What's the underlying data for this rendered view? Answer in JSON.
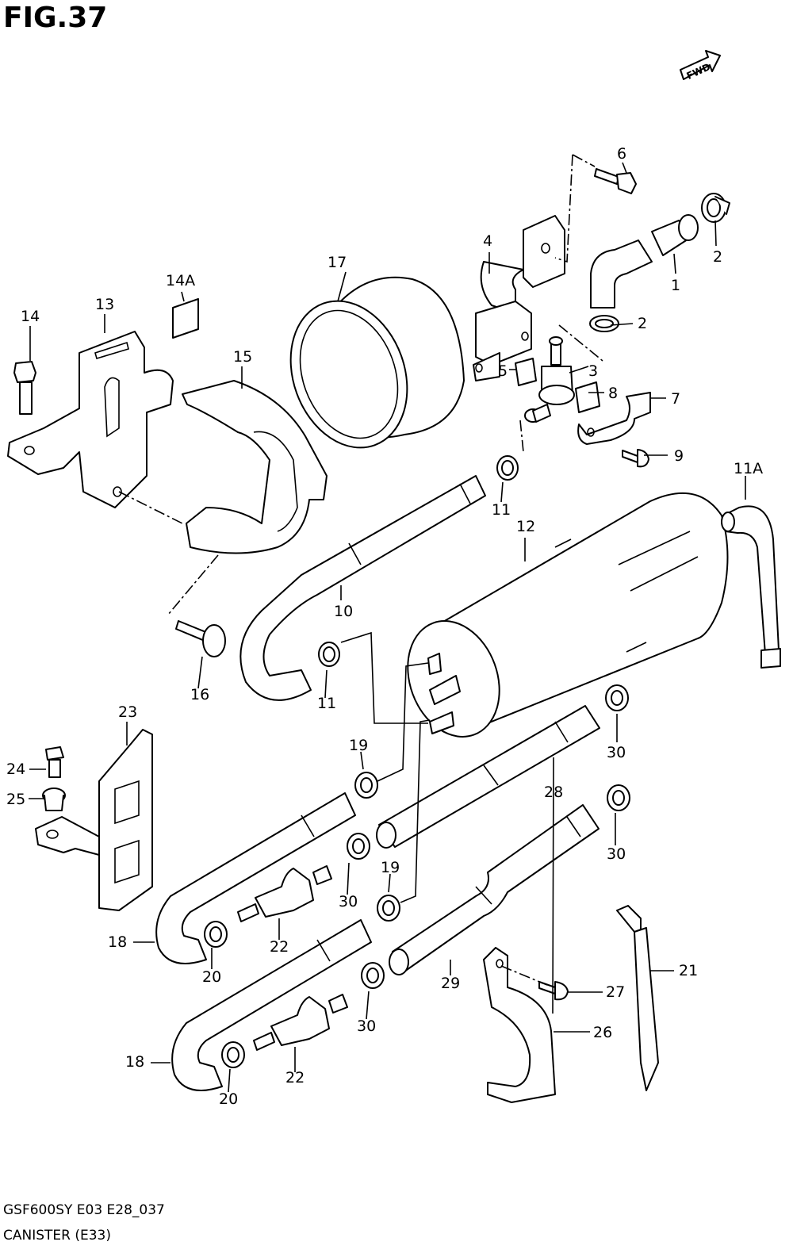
{
  "figure": {
    "title": "FIG.37",
    "fwd_label": "FWD",
    "model_code": "GSF600SY E03 E28_037",
    "section_title": "CANISTER (E33)"
  },
  "callouts": [
    "1",
    "2",
    "2",
    "3",
    "4",
    "5",
    "6",
    "7",
    "8",
    "9",
    "10",
    "11",
    "11",
    "11A",
    "12",
    "13",
    "14",
    "14A",
    "15",
    "16",
    "17",
    "18",
    "18",
    "19",
    "19",
    "20",
    "20",
    "21",
    "22",
    "22",
    "23",
    "24",
    "25",
    "26",
    "27",
    "28",
    "29",
    "30",
    "30",
    "30",
    "30"
  ]
}
